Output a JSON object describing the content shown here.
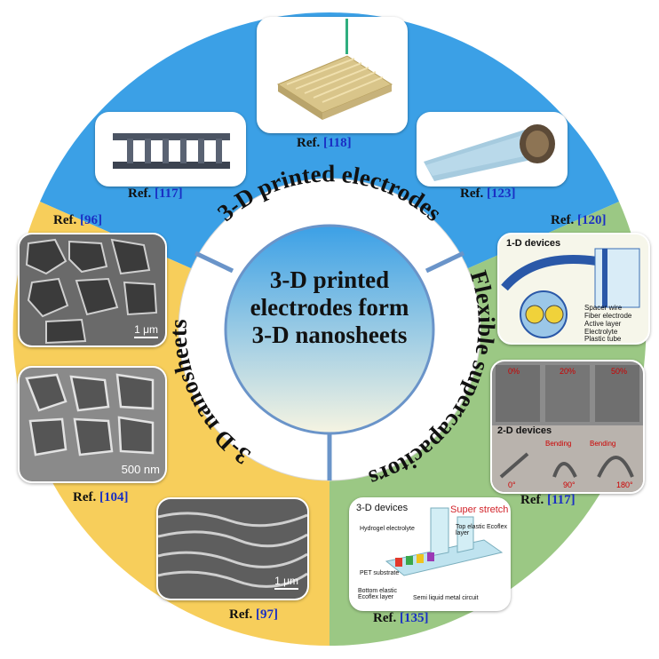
{
  "center": {
    "line1": "3-D printed",
    "line2": "electrodes form",
    "line3": "3-D nanosheets"
  },
  "ring": {
    "top": "3-D printed electrodes",
    "right": "Flexible supercapacitors",
    "left": "3-D nanosheets"
  },
  "refs": {
    "r117a": {
      "prefix": "Ref. ",
      "num": "[117]"
    },
    "r118": {
      "prefix": "Ref. ",
      "num": "[118]"
    },
    "r123": {
      "prefix": "Ref. ",
      "num": "[123]"
    },
    "r96": {
      "prefix": "Ref. ",
      "num": "[96]"
    },
    "r104": {
      "prefix": "Ref. ",
      "num": "[104]"
    },
    "r97": {
      "prefix": "Ref. ",
      "num": "[97]"
    },
    "r120": {
      "prefix": "Ref. ",
      "num": "[120]"
    },
    "r117b": {
      "prefix": "Ref. ",
      "num": "[117]"
    },
    "r135": {
      "prefix": "Ref. ",
      "num": "[135]"
    }
  },
  "scalebars": {
    "s96": "1 μm",
    "s104": "500 nm",
    "s97": "1 μm"
  },
  "devices1d": {
    "title": "1-D devices",
    "labels": [
      "Spacer wire",
      "Fiber electrode",
      "Active layer",
      "Electrolyte",
      "Plastic tube"
    ]
  },
  "devices2d": {
    "title": "2-D devices",
    "strain": [
      "0%",
      "20%",
      "50%"
    ],
    "bend_label": "Bending",
    "angles": [
      "0°",
      "90°",
      "180°"
    ]
  },
  "devices3d": {
    "title": "3-D devices",
    "subtitle": "Super stretch",
    "labels": [
      "Hydrogel electrolyte",
      "Top elastic Ecoflex layer",
      "PET substrate",
      "Bottom elastic Ecoflex layer",
      "Semi liquid metal circuit"
    ]
  },
  "colors": {
    "blue_sector": "#3ba0e6",
    "yellow_sector": "#f7ce5b",
    "green_sector": "#9bc884",
    "ring_bg": "#ffffff",
    "center_top": "#3ba0e6",
    "center_bottom": "#f6f4e2",
    "ref_number": "#1a2fc4"
  }
}
